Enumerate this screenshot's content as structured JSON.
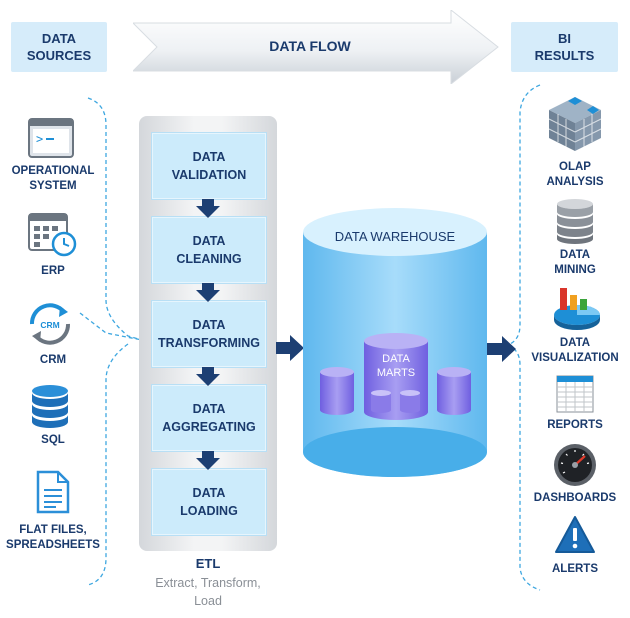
{
  "header": {
    "sources_label": "DATA\nSOURCES",
    "flow_label": "DATA FLOW",
    "results_label": "BI\nRESULTS"
  },
  "sources": [
    {
      "label": "OPERATIONAL\nSYSTEM",
      "icon": "terminal-icon"
    },
    {
      "label": "ERP",
      "icon": "calendar-clock-icon"
    },
    {
      "label": "CRM",
      "icon": "crm-cycle-icon"
    },
    {
      "label": "SQL",
      "icon": "database-icon"
    },
    {
      "label": "FLAT FILES,\nSPREADSHEETS",
      "icon": "document-icon"
    }
  ],
  "etl": {
    "steps": [
      "DATA\nVALIDATION",
      "DATA\nCLEANING",
      "DATA\nTRANSFORMING",
      "DATA\nAGGREGATING",
      "DATA\nLOADING"
    ],
    "title": "ETL",
    "subtitle": "Extract, Transform,\nLoad"
  },
  "warehouse": {
    "title": "DATA WAREHOUSE",
    "marts_label": "DATA\nMARTS"
  },
  "results": [
    {
      "label": "OLAP\nANALYSIS",
      "icon": "cube-icon"
    },
    {
      "label": "DATA\nMINING",
      "icon": "server-stack-icon"
    },
    {
      "label": "DATA\nVISUALIZATION",
      "icon": "chart-icon"
    },
    {
      "label": "REPORTS",
      "icon": "spreadsheet-icon"
    },
    {
      "label": "DASHBOARDS",
      "icon": "gauge-icon"
    },
    {
      "label": "ALERTS",
      "icon": "warning-icon"
    }
  ],
  "colors": {
    "navy": "#1a3a6c",
    "light_blue_box": "#d6ecfa",
    "etl_step": "#ccebfb",
    "warehouse": "#7cc9f4",
    "marts": "#8a7be8",
    "arrow": "#1d3f73"
  }
}
